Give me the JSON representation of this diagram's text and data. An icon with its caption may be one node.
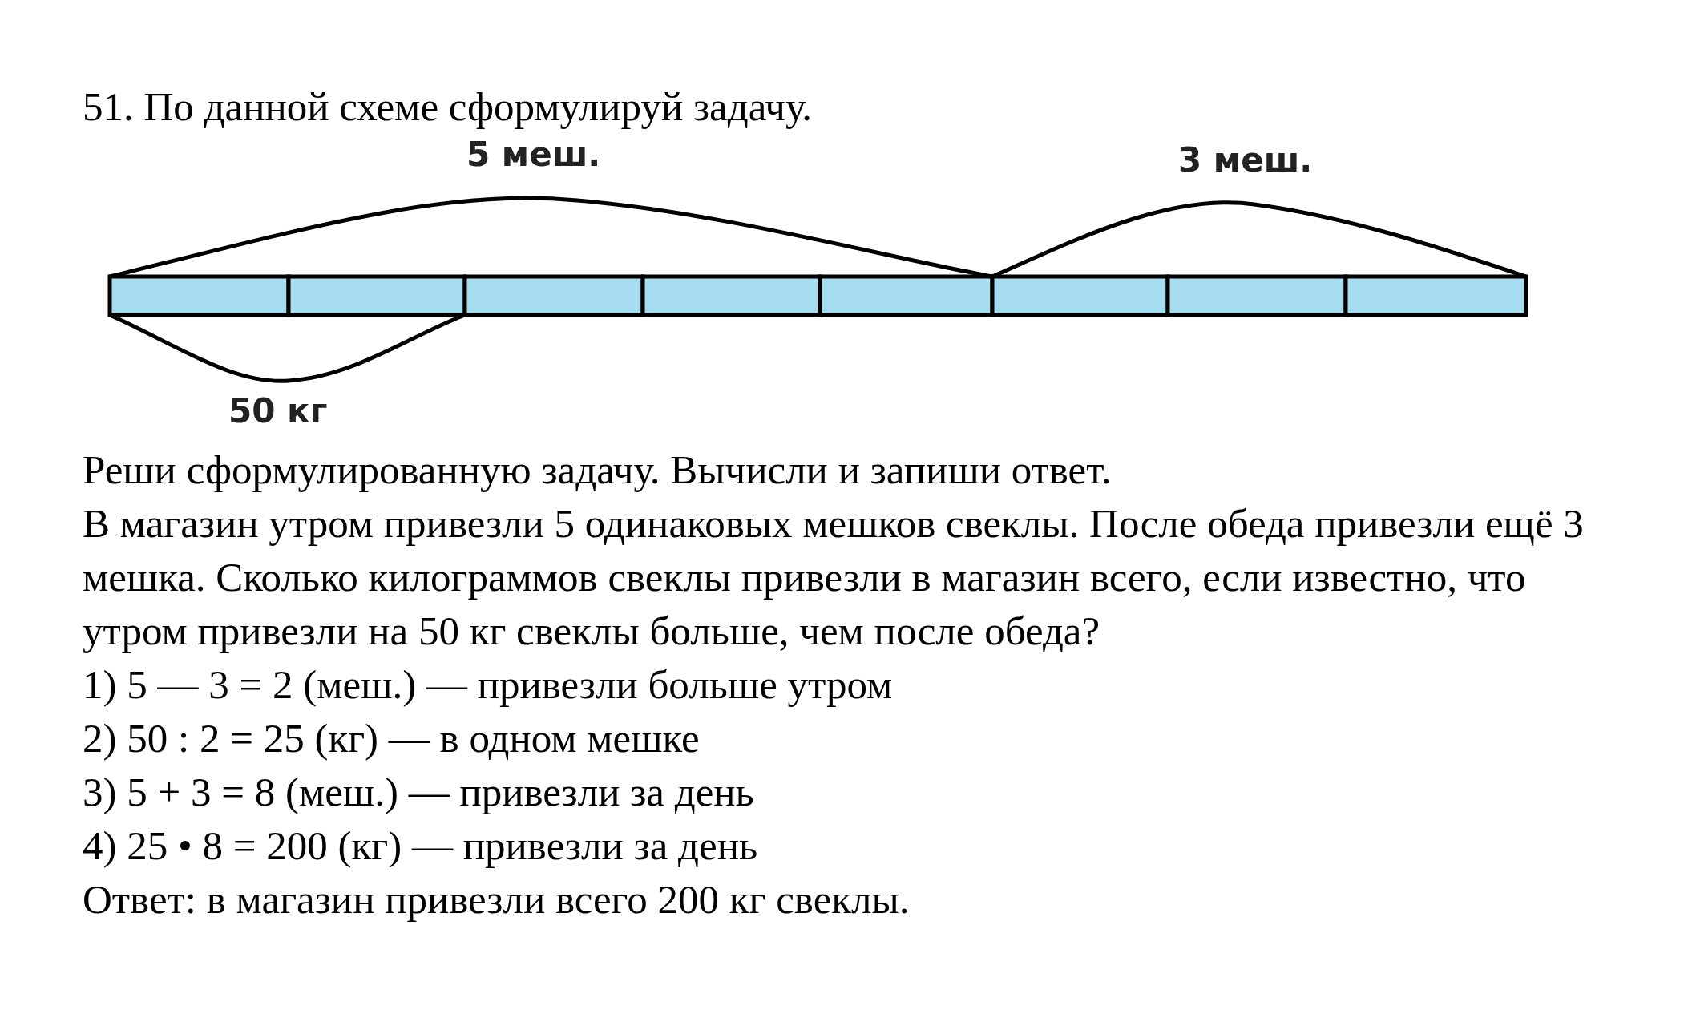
{
  "diagram": {
    "title": "51. По данной схеме сформулируй задачу.",
    "labels": [
      "5 меш.",
      "3 меш.",
      "50 кг",
      "Реши сформулированную задачу. Вычисли и запиши ответ.",
      "В магазин утром привезли 5 одинаковых мешков свеклы. После обеда привезли ещё 3 мешка. Сколько килограммов свеклы привезли в магазин всего, если известно, что утром привезли на 50 кг свеклы больше, чем после обеда?",
      "1) 5 — 3 = 2 (меш.) — привезли больше утром",
      "2) 50 : 2 = 25 (кг) — в одном мешке",
      "3) 5 + 3 = 8 (меш.) — привезли за день",
      "4) 25 • 8 = 200 (кг) — привезли за день",
      "Ответ: в магазин привезли всего 200 кг свеклы."
    ]
  }
}
